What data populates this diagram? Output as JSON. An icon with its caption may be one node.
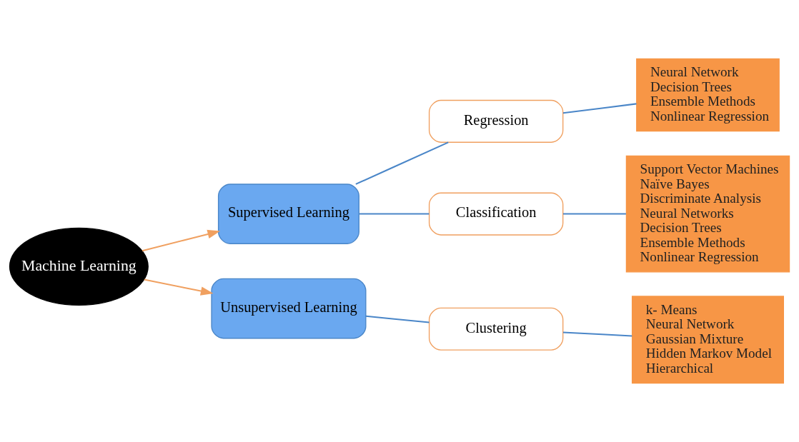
{
  "diagram": {
    "nodes": [
      {
        "text": [
          "Machine Learning"
        ]
      },
      {
        "text": [
          "Supervised Learning"
        ]
      },
      {
        "text": [
          "Unsupervised Learning"
        ]
      },
      {
        "text": [
          "Regression"
        ]
      },
      {
        "text": [
          "Classification"
        ]
      },
      {
        "text": [
          "Clustering"
        ]
      },
      {
        "text": [
          "Neural Network",
          "Decision Trees",
          "Ensemble Methods",
          "Nonlinear Regression"
        ]
      },
      {
        "text": [
          "Support Vector Machines",
          "Naïve Bayes",
          "Discriminate Analysis",
          "Neural Networks",
          "Decision Trees",
          "Ensemble Methods",
          "Nonlinear Regression"
        ]
      },
      {
        "text": [
          "k- Means",
          "Neural Network",
          "Gaussian Mixture",
          "Hidden Markov Model",
          "Hierarchical"
        ]
      }
    ],
    "edges": [
      {
        "from": 0,
        "to": 1,
        "arrow": "to",
        "color": "#f0a060"
      },
      {
        "from": 0,
        "to": 2,
        "arrow": "to",
        "color": "#f0a060"
      },
      {
        "from": 1,
        "to": 3,
        "arrow": "none"
      },
      {
        "from": 1,
        "to": 4,
        "arrow": "none"
      },
      {
        "from": 2,
        "to": 5,
        "arrow": "none"
      },
      {
        "from": 3,
        "to": 6,
        "arrow": "none"
      },
      {
        "from": 4,
        "to": 7,
        "arrow": "none"
      },
      {
        "from": 5,
        "to": 8,
        "arrow": "none"
      }
    ]
  }
}
